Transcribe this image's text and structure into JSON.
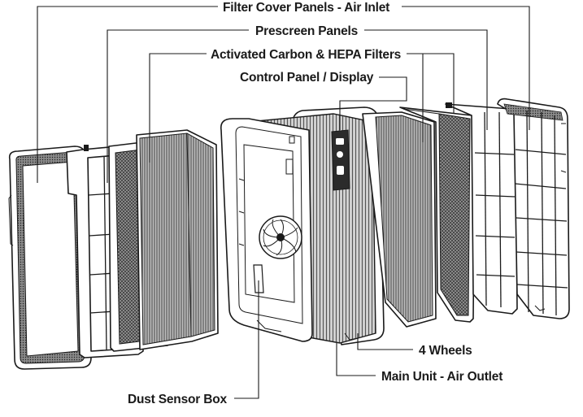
{
  "labels": {
    "filter_cover": "Filter Cover Panels - Air Inlet",
    "prescreen": "Prescreen Panels",
    "carbon_hepa": "Activated Carbon & HEPA Filters",
    "control_panel": "Control Panel / Display",
    "wheels": "4 Wheels",
    "main_unit": "Main Unit - Air Outlet",
    "dust_sensor": "Dust Sensor Box"
  },
  "colors": {
    "line": "#1a1a1a",
    "background": "#ffffff",
    "filter_media": "#6e6e6e",
    "display_panel": "#2b2b2b"
  },
  "icons": [
    "fan-icon",
    "display-icons"
  ]
}
